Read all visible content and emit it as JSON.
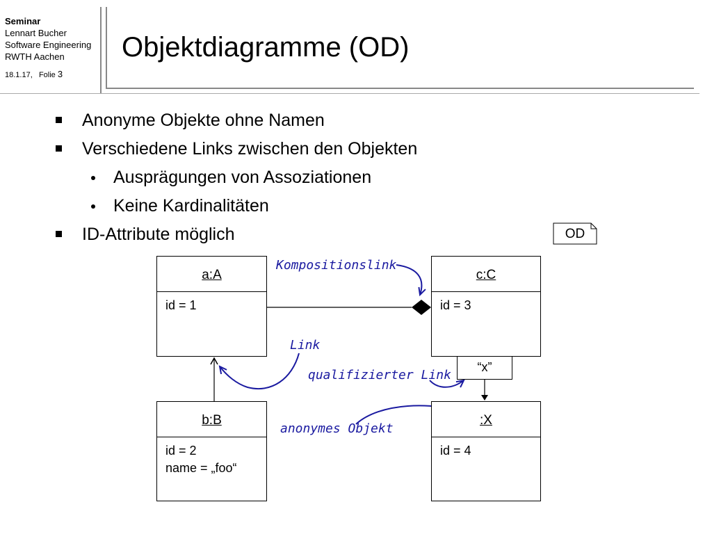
{
  "header": {
    "seminar": "Seminar",
    "author": "Lennart Bucher",
    "department": "Software Engineering",
    "university": "RWTH Aachen",
    "date": "18.1.17,",
    "folie_label": "Folie",
    "folie_number": "3"
  },
  "title": "Objektdiagramme (OD)",
  "bullets": [
    {
      "text": "Anonyme Objekte ohne Namen",
      "level": 1
    },
    {
      "text": "Verschiedene Links zwischen den Objekten",
      "level": 1
    },
    {
      "text": "Ausprägungen von Assoziationen",
      "level": 2
    },
    {
      "text": "Keine Kardinalitäten",
      "level": 2
    },
    {
      "text": "ID-Attribute möglich",
      "level": 1
    }
  ],
  "diagram": {
    "tag": "OD",
    "objects": {
      "a": {
        "name": "a:A",
        "attrs": [
          "id = 1"
        ]
      },
      "c": {
        "name": "c:C",
        "attrs": [
          "id = 3"
        ]
      },
      "b": {
        "name": "b:B",
        "attrs": [
          "id = 2",
          "name = „foo“"
        ]
      },
      "x": {
        "name": ":X",
        "attrs": [
          "id = 4"
        ]
      }
    },
    "qualifier": "“x”",
    "annotations": {
      "composition": "Kompositionslink",
      "link": "Link",
      "qualified": "qualifizierter Link",
      "anonymous": "anonymes Objekt"
    },
    "colors": {
      "annotation": "#1a1aa0",
      "rule": "#888888"
    }
  }
}
